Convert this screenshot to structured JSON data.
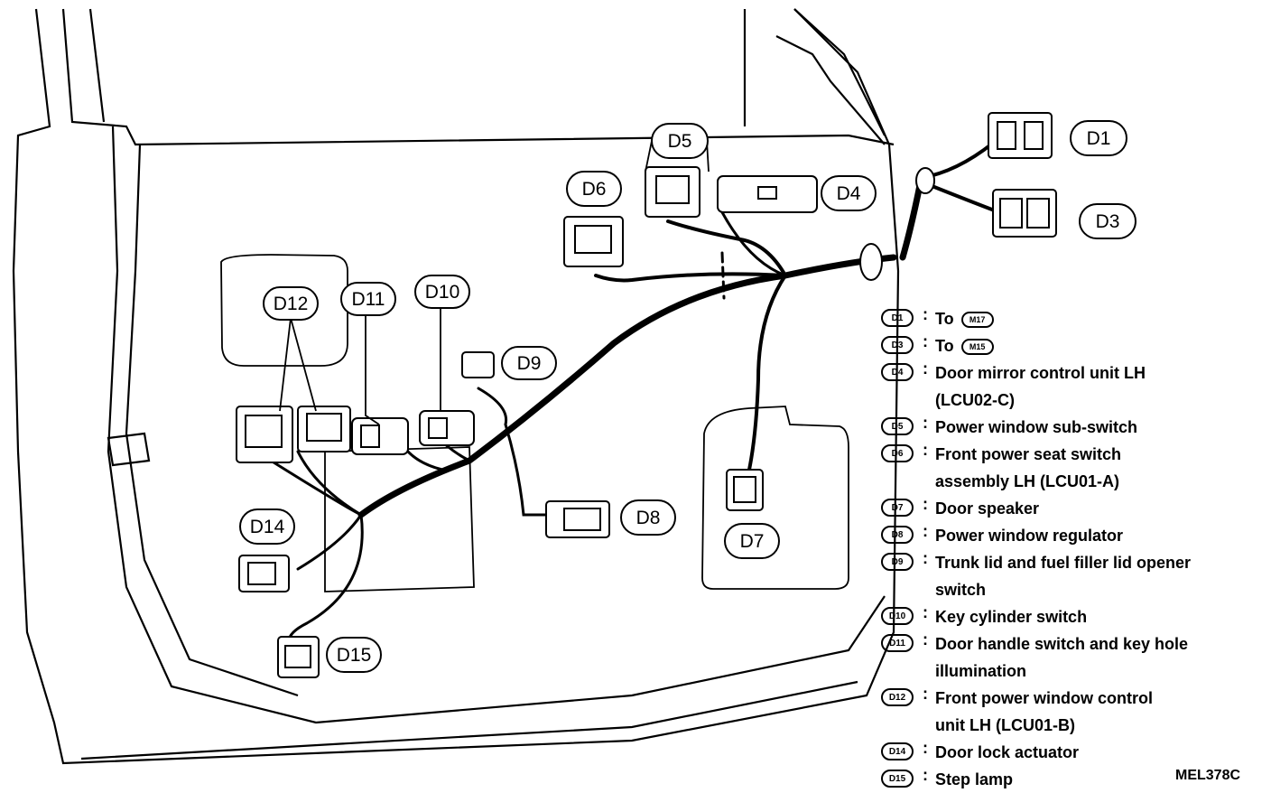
{
  "callouts": {
    "D1": "D1",
    "D3": "D3",
    "D4": "D4",
    "D5": "D5",
    "D6": "D6",
    "D7": "D7",
    "D8": "D8",
    "D9": "D9",
    "D10": "D10",
    "D11": "D11",
    "D12": "D12",
    "D14": "D14",
    "D15": "D15"
  },
  "legend": [
    {
      "code": "D1",
      "text": "To",
      "ref": "M17"
    },
    {
      "code": "D3",
      "text": "To",
      "ref": "M15"
    },
    {
      "code": "D4",
      "text": "Door mirror control unit LH",
      "text2": "(LCU02-C)"
    },
    {
      "code": "D5",
      "text": "Power window sub-switch"
    },
    {
      "code": "D6",
      "text": "Front power seat switch",
      "text2": "assembly LH (LCU01-A)"
    },
    {
      "code": "D7",
      "text": "Door speaker"
    },
    {
      "code": "D8",
      "text": "Power window regulator"
    },
    {
      "code": "D9",
      "text": "Trunk lid and fuel filler lid opener",
      "text2": "switch"
    },
    {
      "code": "D10",
      "text": "Key cylinder switch"
    },
    {
      "code": "D11",
      "text": "Door handle switch and key hole",
      "text2": "illumination"
    },
    {
      "code": "D12",
      "text": "Front power window control",
      "text2": "unit LH (LCU01-B)"
    },
    {
      "code": "D14",
      "text": "Door lock actuator"
    },
    {
      "code": "D15",
      "text": "Step lamp"
    }
  ],
  "colon": ":",
  "reference_code": "MEL378C"
}
